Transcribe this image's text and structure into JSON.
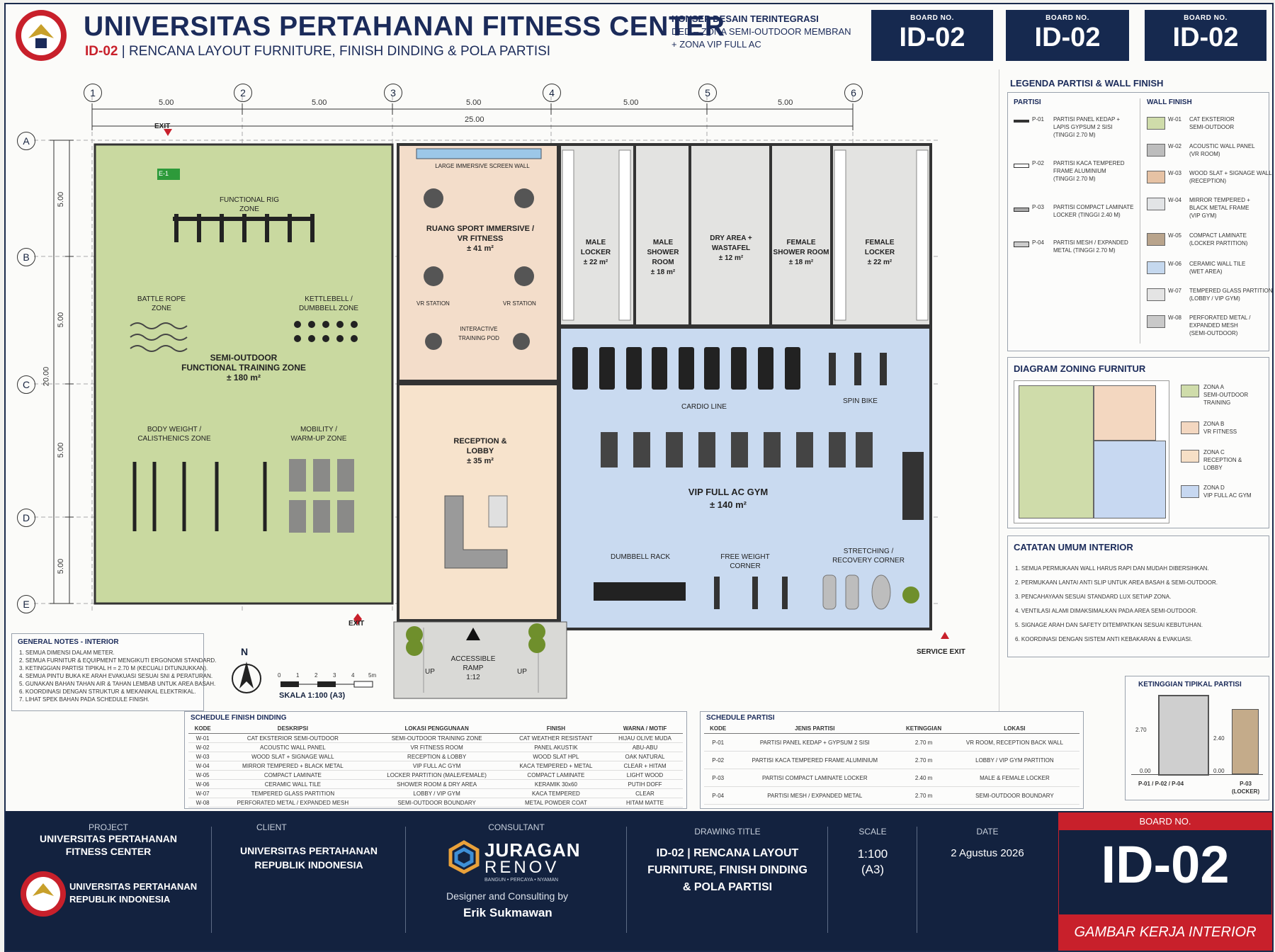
{
  "header": {
    "title": "UNIVERSITAS PERTAHANAN FITNESS CENTER",
    "code": "ID-02",
    "subtitle": "RENCANA LAYOUT FURNITURE, FINISH DINDING & POLA PARTISI",
    "concept_title": "KONSEP DESAIN TERINTEGRASI",
    "concept_line1": "DED – ZONA SEMI-OUTDOOR MEMBRAN",
    "concept_line2": "+ ZONA VIP FULL AC",
    "boards": [
      {
        "label": "BOARD NO.",
        "value": "ID-02"
      },
      {
        "label": "BOARD NO.",
        "value": "ID-02"
      },
      {
        "label": "BOARD NO.",
        "value": "ID-02"
      }
    ]
  },
  "grid": {
    "cols": [
      "1",
      "2",
      "3",
      "4",
      "5",
      "6"
    ],
    "rows": [
      "A",
      "B",
      "C",
      "D",
      "E"
    ],
    "col_dims": [
      "5.00",
      "5.00",
      "5.00",
      "5.00",
      "5.00"
    ],
    "total_width": "25.00",
    "row_dims": [
      "5.00",
      "5.00",
      "5.00",
      "5.00"
    ],
    "total_height": "20.00"
  },
  "plan": {
    "exit_top": "EXIT",
    "exit_sign": "E-1",
    "exit_bottom": "EXIT",
    "service_exit": "SERVICE EXIT",
    "functional_rig": [
      "FUNCTIONAL RIG",
      "ZONE"
    ],
    "battle_rope": [
      "BATTLE ROPE",
      "ZONE"
    ],
    "kettlebell": [
      "KETTLEBELL /",
      "DUMBBELL ZONE"
    ],
    "semi_outdoor": [
      "SEMI-OUTDOOR",
      "FUNCTIONAL TRAINING ZONE",
      "± 180 m²"
    ],
    "body_weight": [
      "BODY WEIGHT /",
      "CALISTHENICS ZONE"
    ],
    "mobility": [
      "MOBILITY /",
      "WARM-UP ZONE"
    ],
    "screen_wall": "LARGE IMMERSIVE SCREEN WALL",
    "vr_room": [
      "RUANG SPORT IMMERSIVE /",
      "VR FITNESS",
      "± 41 m²"
    ],
    "vr_station": "VR STATION",
    "pod": [
      "INTERACTIVE",
      "TRAINING POD"
    ],
    "reception": [
      "RECEPTION &",
      "LOBBY",
      "± 35 m²"
    ],
    "male_locker": [
      "MALE",
      "LOCKER",
      "± 22 m²"
    ],
    "male_shower": [
      "MALE",
      "SHOWER ROOM",
      "± 18 m²"
    ],
    "dry_area": [
      "DRY AREA +",
      "WASTAFEL",
      "± 12 m²"
    ],
    "female_shower": [
      "FEMALE",
      "SHOWER ROOM",
      "± 18 m²"
    ],
    "female_locker": [
      "FEMALE",
      "LOCKER",
      "± 22 m²"
    ],
    "cardio": "CARDIO LINE",
    "spin": "SPIN BIKE",
    "vip": [
      "VIP FULL AC GYM",
      "± 140 m²"
    ],
    "dumbbell_rack": "DUMBBELL RACK",
    "free_weight": [
      "FREE WEIGHT",
      "CORNER"
    ],
    "stretching": [
      "STRETCHING /",
      "RECOVERY CORNER"
    ],
    "ramp": [
      "ACCESSIBLE",
      "RAMP",
      "1:12"
    ],
    "up": "UP",
    "north": "N",
    "scale_ticks": [
      "0",
      "1",
      "2",
      "3",
      "4",
      "5m"
    ],
    "scale_label": "SKALA 1:100 (A3)"
  },
  "general_notes": {
    "title": "GENERAL NOTES - INTERIOR",
    "items": [
      "1. SEMUA DIMENSI DALAM METER.",
      "2. SEMUA FURNITUR & EQUIPMENT MENGIKUTI ERGONOMI STANDARD.",
      "3. KETINGGIAN PARTISI TIPIKAL H = 2.70 M (KECUALI DITUNJUKKAN).",
      "4. SEMUA PINTU BUKA KE ARAH EVAKUASI SESUAI SNI & PERATURAN.",
      "5. GUNAKAN BAHAN TAHAN AIR & TAHAN LEMBAB UNTUK AREA BASAH.",
      "6. KOORDINASI DENGAN STRUKTUR & MEKANIKAL ELEKTRIKAL.",
      "7. LIHAT SPEK BAHAN PADA SCHEDULE FINISH."
    ]
  },
  "legend": {
    "title": "LEGENDA PARTISI & WALL FINISH",
    "partisi_head": "PARTISI",
    "finish_head": "WALL FINISH",
    "partisi": [
      {
        "code": "P-01",
        "text": [
          "PARTISI PANEL KEDAP +",
          "LAPIS GYPSUM 2 SISI",
          "(TINGGI 2.70 M)"
        ]
      },
      {
        "code": "P-02",
        "text": [
          "PARTISI KACA TEMPERED",
          "FRAME ALUMINIUM",
          "(TINGGI 2.70 M)"
        ]
      },
      {
        "code": "P-03",
        "text": [
          "PARTISI COMPACT LAMINATE",
          "LOCKER (TINGGI 2.40 M)"
        ]
      },
      {
        "code": "P-04",
        "text": [
          "PARTISI MESH / EXPANDED",
          "METAL (TINGGI 2.70 M)"
        ]
      }
    ],
    "finish": [
      {
        "code": "W-01",
        "color": "#cfdcaa",
        "text": [
          "CAT EKSTERIOR",
          "SEMI-OUTDOOR"
        ]
      },
      {
        "code": "W-02",
        "color": "#bdbdbd",
        "text": [
          "ACOUSTIC WALL PANEL",
          "(VR ROOM)"
        ]
      },
      {
        "code": "W-03",
        "color": "#e6c2a4",
        "text": [
          "WOOD SLAT + SIGNAGE WALL",
          "(RECEPTION)"
        ]
      },
      {
        "code": "W-04",
        "color": "#e2e4e6",
        "text": [
          "MIRROR TEMPERED +",
          "BLACK METAL FRAME",
          "(VIP GYM)"
        ]
      },
      {
        "code": "W-05",
        "color": "#b9a48c",
        "text": [
          "COMPACT LAMINATE",
          "(LOCKER PARTITION)"
        ]
      },
      {
        "code": "W-06",
        "color": "#c5d8ee",
        "text": [
          "CERAMIC WALL TILE",
          "(WET AREA)"
        ]
      },
      {
        "code": "W-07",
        "color": "#e4e4e4",
        "text": [
          "TEMPERED GLASS PARTITION",
          "(LOBBY / VIP GYM)"
        ]
      },
      {
        "code": "W-08",
        "color": "#c9c9c9",
        "text": [
          "PERFORATED METAL /",
          "EXPANDED MESH",
          "(SEMI-OUTDOOR)"
        ]
      }
    ]
  },
  "zoning": {
    "title": "DIAGRAM ZONING FURNITUR",
    "zones": [
      {
        "color": "#cfdcaa",
        "text": [
          "ZONA A",
          "SEMI-OUTDOOR",
          "TRAINING"
        ]
      },
      {
        "color": "#f3d7c0",
        "text": [
          "ZONA B",
          "VR FITNESS"
        ]
      },
      {
        "color": "#f6dfc6",
        "text": [
          "ZONA C",
          "RECEPTION &",
          "LOBBY"
        ]
      },
      {
        "color": "#c7d8f1",
        "text": [
          "ZONA D",
          "VIP FULL AC GYM"
        ]
      }
    ]
  },
  "catatan": {
    "title": "CATATAN UMUM INTERIOR",
    "items": [
      "1. SEMUA PERMUKAAN WALL HARUS RAPI DAN MUDAH DIBERSIHKAN.",
      "2. PERMUKAAN LANTAI ANTI SLIP UNTUK AREA BASAH & SEMI-OUTDOOR.",
      "3. PENCAHAYAAN SESUAI STANDARD LUX SETIAP ZONA.",
      "4. VENTILASI ALAMI DIMAKSIMALKAN PADA AREA SEMI-OUTDOOR.",
      "5. SIGNAGE ARAH DAN SAFETY DITEMPATKAN SESUAI KEBUTUHAN.",
      "6. KOORDINASI DENGAN SISTEM ANTI KEBAKARAN & EVAKUASI."
    ]
  },
  "heights": {
    "title": "KETINGGIAN TIPIKAL PARTISI",
    "h1": "2.70",
    "h2": "2.40",
    "zero1": "0.00",
    "zero2": "0.00",
    "label1": "P-01 / P-02 / P-04",
    "label2": [
      "P-03",
      "(LOCKER)"
    ]
  },
  "schedule_finish": {
    "title": "SCHEDULE FINISH DINDING",
    "headers": [
      "KODE",
      "DESKRIPSI",
      "LOKASI PENGGUNAAN",
      "FINISH",
      "WARNA / MOTIF"
    ],
    "rows": [
      [
        "W-01",
        "CAT EKSTERIOR SEMI-OUTDOOR",
        "SEMI-OUTDOOR TRAINING ZONE",
        "CAT WEATHER RESISTANT",
        "HIJAU OLIVE MUDA"
      ],
      [
        "W-02",
        "ACOUSTIC WALL PANEL",
        "VR FITNESS ROOM",
        "PANEL AKUSTIK",
        "ABU-ABU"
      ],
      [
        "W-03",
        "WOOD SLAT + SIGNAGE WALL",
        "RECEPTION & LOBBY",
        "WOOD SLAT HPL",
        "OAK NATURAL"
      ],
      [
        "W-04",
        "MIRROR TEMPERED + BLACK METAL",
        "VIP FULL AC GYM",
        "KACA TEMPERED + METAL",
        "CLEAR + HITAM"
      ],
      [
        "W-05",
        "COMPACT LAMINATE",
        "LOCKER PARTITION (MALE/FEMALE)",
        "COMPACT LAMINATE",
        "LIGHT WOOD"
      ],
      [
        "W-06",
        "CERAMIC WALL TILE",
        "SHOWER ROOM & DRY AREA",
        "KERAMIK 30x60",
        "PUTIH DOFF"
      ],
      [
        "W-07",
        "TEMPERED GLASS PARTITION",
        "LOBBY / VIP GYM",
        "KACA TEMPERED",
        "CLEAR"
      ],
      [
        "W-08",
        "PERFORATED METAL / EXPANDED MESH",
        "SEMI-OUTDOOR BOUNDARY",
        "METAL POWDER COAT",
        "HITAM MATTE"
      ]
    ]
  },
  "schedule_partisi": {
    "title": "SCHEDULE PARTISI",
    "headers": [
      "KODE",
      "JENIS PARTISI",
      "KETINGGIAN",
      "LOKASI"
    ],
    "rows": [
      [
        "P-01",
        "PARTISI PANEL KEDAP + GYPSUM 2 SISI",
        "2.70 m",
        "VR ROOM, RECEPTION BACK WALL"
      ],
      [
        "P-02",
        "PARTISI KACA TEMPERED FRAME ALUMINIUM",
        "2.70 m",
        "LOBBY / VIP GYM PARTITION"
      ],
      [
        "P-03",
        "PARTISI COMPACT LAMINATE LOCKER",
        "2.40 m",
        "MALE & FEMALE LOCKER"
      ],
      [
        "P-04",
        "PARTISI MESH / EXPANDED METAL",
        "2.70 m",
        "SEMI-OUTDOOR BOUNDARY"
      ]
    ]
  },
  "footer": {
    "project_head": "PROJECT",
    "project": [
      "UNIVERSITAS PERTAHANAN",
      "FITNESS CENTER"
    ],
    "org": [
      "UNIVERSITAS PERTAHANAN",
      "REPUBLIK INDONESIA"
    ],
    "client_head": "CLIENT",
    "client": [
      "UNIVERSITAS PERTAHANAN",
      "REPUBLIK INDONESIA"
    ],
    "consultant_head": "CONSULTANT",
    "brand1": "JURAGAN",
    "brand2": "RENOV",
    "tagline": "BANGUN • PERCAYA • NYAMAN",
    "designer_label": "Designer and Consulting by",
    "designer": "Erik Sukmawan",
    "drawing_head": "DRAWING TITLE",
    "drawing": [
      "ID-02 | RENCANA LAYOUT",
      "FURNITURE, FINISH DINDING",
      "& POLA PARTISI"
    ],
    "scale_head": "SCALE",
    "scale": [
      "1:100",
      "(A3)"
    ],
    "date_head": "DATE",
    "date": "2 Agustus 2026",
    "board_head": "BOARD NO.",
    "board": "ID-02",
    "board_sub": "GAMBAR KERJA INTERIOR"
  }
}
